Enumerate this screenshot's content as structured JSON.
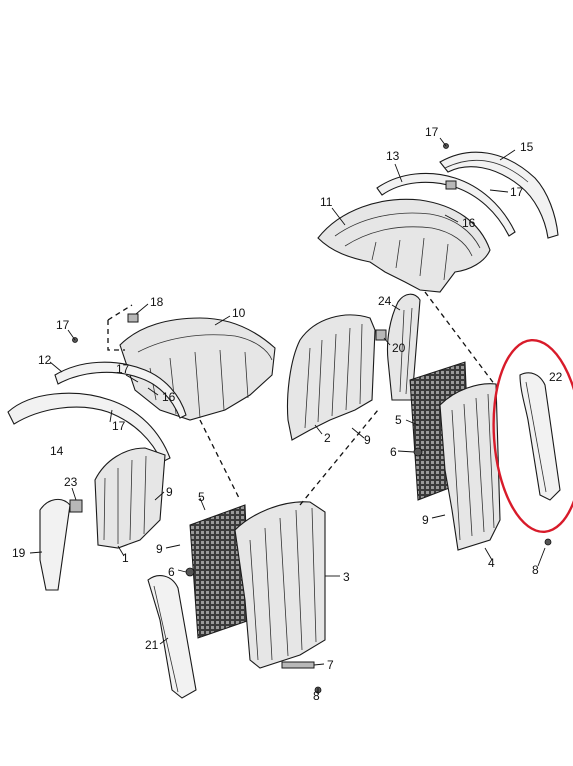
{
  "labels": {
    "l17a": "17",
    "l13": "13",
    "l15": "15",
    "l17b": "17",
    "l11": "11",
    "l16a": "16",
    "l24": "24",
    "l18": "18",
    "l10": "10",
    "l17c": "17",
    "l12": "12",
    "l20": "20",
    "l17d": "17",
    "l16b": "16",
    "l22": "22",
    "l17e": "17",
    "l5a": "5",
    "l2": "2",
    "l9a": "9",
    "l6a": "6",
    "l14": "14",
    "l9b": "9",
    "l23": "23",
    "l9c": "9",
    "l4": "4",
    "l8a": "8",
    "l5b": "5",
    "l19": "19",
    "l1": "1",
    "l9d": "9",
    "l6b": "6",
    "l3": "3",
    "l21": "21",
    "l7": "7",
    "l8b": "8"
  },
  "colors": {
    "highlight": "#d81b2a",
    "outline": "#1a1a1a",
    "fill": "#e6e6e6"
  }
}
